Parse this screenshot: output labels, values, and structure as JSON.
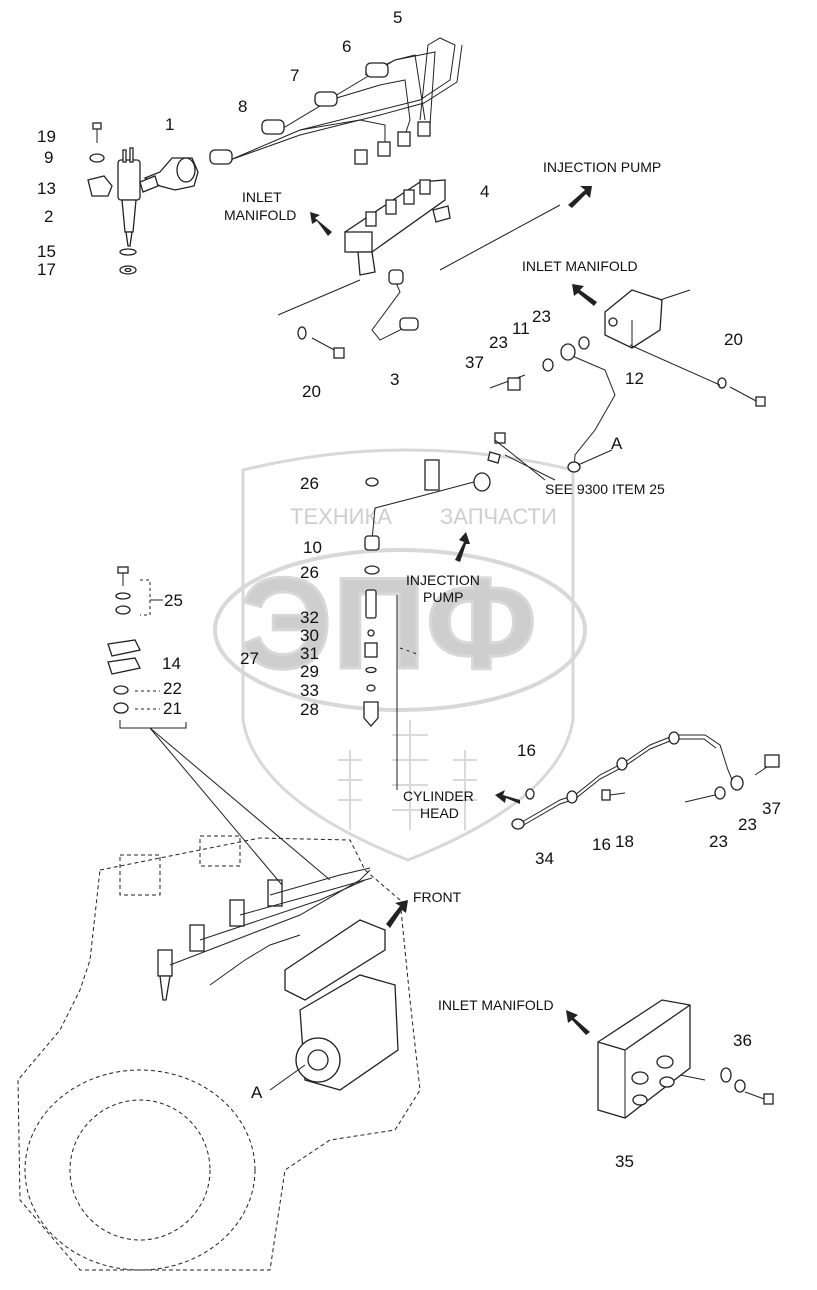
{
  "callouts": {
    "c1": "1",
    "c2": "2",
    "c3": "3",
    "c4": "4",
    "c5": "5",
    "c6": "6",
    "c7": "7",
    "c8": "8",
    "c9": "9",
    "c10": "10",
    "c11": "11",
    "c12": "12",
    "c13": "13",
    "c14": "14",
    "c15": "15",
    "c16a": "16",
    "c16b": "16",
    "c17": "17",
    "c18": "18",
    "c19": "19",
    "c20a": "20",
    "c20b": "20",
    "c21": "21",
    "c22": "22",
    "c23a": "23",
    "c23b": "23",
    "c23c": "23",
    "c23d": "23",
    "c25": "25",
    "c26a": "26",
    "c26b": "26",
    "c27": "27",
    "c28": "28",
    "c29": "29",
    "c30": "30",
    "c31": "31",
    "c32": "32",
    "c33": "33",
    "c34": "34",
    "c35": "35",
    "c36": "36",
    "c37a": "37",
    "c37b": "37",
    "cA1": "A",
    "cA2": "A"
  },
  "labels": {
    "injection_pump_top": "INJECTION PUMP",
    "inlet_manifold_left_1": "INLET",
    "inlet_manifold_left_2": "MANIFOLD",
    "inlet_manifold_right": "INLET MANIFOLD",
    "see_ref": "SEE 9300 ITEM 25",
    "injection_pump_mid_1": "INJECTION",
    "injection_pump_mid_2": "PUMP",
    "cylinder_head_1": "CYLINDER",
    "cylinder_head_2": "HEAD",
    "front": "FRONT",
    "inlet_manifold_bottom": "INLET MANIFOLD"
  },
  "watermark": {
    "text_left": "ТЕХНИКА",
    "text_right": "ЗАПЧАСТИ",
    "logo": "ЭПФ"
  }
}
